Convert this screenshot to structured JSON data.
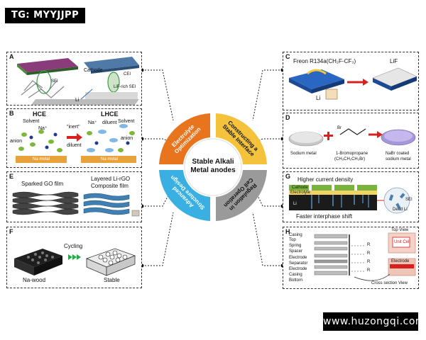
{
  "watermarks": {
    "top": "TG: MYYJJPP",
    "bottom": "www.huzongqi.com"
  },
  "center": {
    "title_line1": "Stable Alkali",
    "title_line2": "Metal anodes",
    "sectors": {
      "electrolyte": [
        "Electrolyte",
        "Optimization"
      ],
      "interface": [
        "Constructing a",
        "Stable Interface"
      ],
      "structure": [
        "Advanced",
        "Structure Design"
      ],
      "cell": [
        "Regulation in",
        "Cell Operation"
      ]
    },
    "colors": {
      "electrolyte": "#e8741d",
      "interface": "#f5c23c",
      "structure": "#3ab0e2",
      "cell": "#9a9a9a"
    }
  },
  "panels": {
    "A": {
      "label": "A",
      "cathode": "Cathode",
      "sei": "SEI",
      "lif": "LiF-rich SEI",
      "cei": "CEI",
      "li": "Li"
    },
    "B": {
      "label": "B",
      "hce": "HCE",
      "lhce": "LHCE",
      "solvent_left": "Solvent",
      "solvent_right": "Solvent",
      "na_left": "Na⁺",
      "na_right": "Na⁺",
      "anion_left": "anion",
      "anion_right": "anion",
      "diluent": "diluent",
      "inert_line1": "\"inert\"",
      "inert_line2": "diluent",
      "metal_left": "Na metal",
      "metal_right": "Na metal"
    },
    "C": {
      "label": "C",
      "freon": "Freon R134a(CH₂F-CF₃)",
      "lif": "LiF",
      "li": "Li"
    },
    "D": {
      "label": "D",
      "sodium": "Sodium metal",
      "reagent_line1": "1-Bromopropane",
      "reagent_line2": "(CH₃CH₂CH₂Br)",
      "br": "Br",
      "product_line1": "NaBr coated",
      "product_line2": "sodium metal"
    },
    "E": {
      "label": "E",
      "sparked": "Sparked GO film",
      "layered_line1": "Layered Li-rGO",
      "layered_line2": "Composite film"
    },
    "F": {
      "label": "F",
      "cycling": "Cycling",
      "na_wood": "Na-wood",
      "stable": "Stable"
    },
    "G": {
      "label": "G",
      "higher": "Higher current density",
      "faster": "Faster interphase shift",
      "cathode": "Cathode",
      "electrolyte": "Electrolyte",
      "li": "Li",
      "sei": "SEI",
      "dead_li": "Dead Li"
    },
    "H": {
      "label": "H",
      "top_view": "Top View",
      "cross_view": "Cross section View",
      "unit_cell": "Unit Cell",
      "electrode": "Electrode",
      "stack": [
        "Casing",
        "Top",
        "Spring",
        "Spacer",
        "Electrode",
        "Separator",
        "Electrode",
        "Casing",
        "Bottom"
      ],
      "resistances": [
        "R",
        "R",
        "R",
        "R"
      ]
    }
  }
}
